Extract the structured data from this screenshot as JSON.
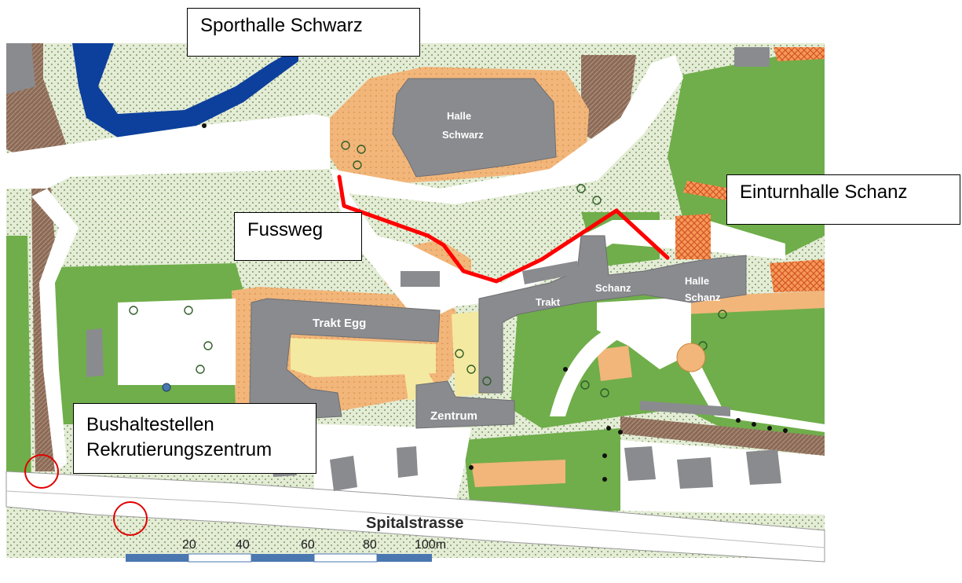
{
  "callouts": {
    "sporthalle": "Sporthalle Schwarz",
    "einturnhalle": "Einturnhalle Schanz",
    "fussweg": "Fussweg",
    "bus_line1": "Bushaltestellen",
    "bus_line2": "Rekrutierungszentrum"
  },
  "map_labels": {
    "halle_schwarz_1": "Halle",
    "halle_schwarz_2": "Schwarz",
    "trakt_egg": "Trakt Egg",
    "trakt": "Trakt",
    "schanz": "Schanz",
    "halle_schanz_1": "Halle",
    "halle_schanz_2": "Schanz",
    "zentrum": "Zentrum",
    "spitalstrasse": "Spitalstrasse"
  },
  "scale_bar": {
    "ticks": [
      "20",
      "40",
      "60",
      "80",
      "100m"
    ]
  },
  "colors": {
    "route": "#ff0000",
    "building": "#8a8b8f",
    "lawn": "#6fae4a",
    "water": "#0d3f9c",
    "sand": "#f2b67a",
    "path": "#ffffff",
    "bus_stop_marker": "#e00000"
  }
}
